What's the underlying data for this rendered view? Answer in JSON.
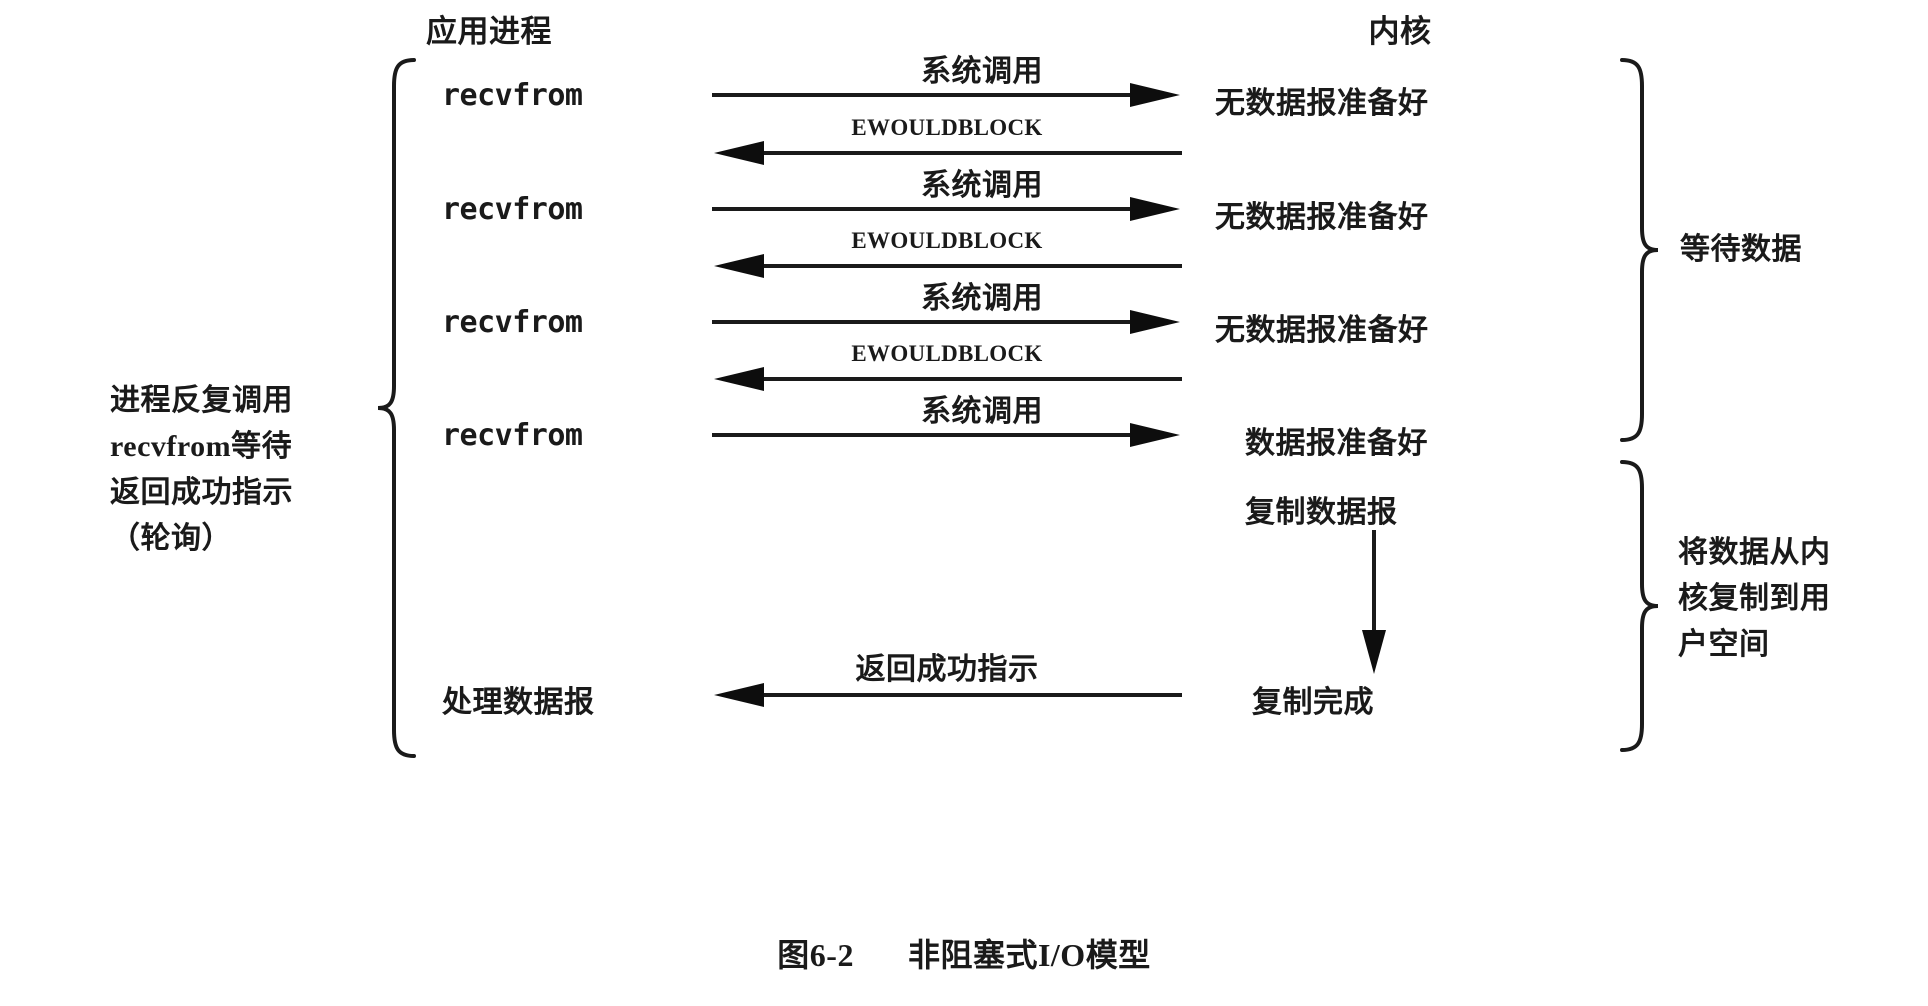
{
  "figure": {
    "caption_number": "图6-2",
    "caption_title": "非阻塞式I/O模型",
    "columns": {
      "left_header": "应用进程",
      "right_header": "内核"
    },
    "left_note": {
      "lines": [
        "进程反复调用",
        "recvfrom等待",
        "返回成功指示",
        "（轮询）"
      ],
      "line1": "进程反复调用",
      "line2": "recvfrom等待",
      "line3": "返回成功指示",
      "line4": "（轮询）"
    },
    "right_notes": [
      {
        "label": "等待数据"
      },
      {
        "label": "将数据从内\n核复制到用\n户空间"
      }
    ],
    "right_note_2_lines": {
      "line1": "将数据从内",
      "line2": "核复制到用",
      "line3": "户空间"
    },
    "right_note_1_label": "等待数据",
    "process_calls": [
      {
        "label": "recvfrom"
      },
      {
        "label": "recvfrom"
      },
      {
        "label": "recvfrom"
      },
      {
        "label": "recvfrom"
      }
    ],
    "process_final": "处理数据报",
    "kernel_states": [
      {
        "label": "无数据报准备好"
      },
      {
        "label": "无数据报准备好"
      },
      {
        "label": "无数据报准备好"
      },
      {
        "label": "数据报准备好"
      }
    ],
    "kernel_copy_start": "复制数据报",
    "kernel_copy_end": "复制完成",
    "arrows": [
      {
        "label": "系统调用",
        "direction": "right"
      },
      {
        "label": "EWOULDBLOCK",
        "direction": "left"
      },
      {
        "label": "系统调用",
        "direction": "right"
      },
      {
        "label": "EWOULDBLOCK",
        "direction": "left"
      },
      {
        "label": "系统调用",
        "direction": "right"
      },
      {
        "label": "EWOULDBLOCK",
        "direction": "left"
      },
      {
        "label": "系统调用",
        "direction": "right"
      },
      {
        "label": "返回成功指示",
        "direction": "left"
      }
    ],
    "arrow_labels": {
      "syscall_1": "系统调用",
      "ewouldblock_1": "EWOULDBLOCK",
      "syscall_2": "系统调用",
      "ewouldblock_2": "EWOULDBLOCK",
      "syscall_3": "系统调用",
      "ewouldblock_3": "EWOULDBLOCK",
      "syscall_4": "系统调用",
      "return_success": "返回成功指示"
    },
    "colors": {
      "ink": "#1a1a1a",
      "line": "#2b2b2b",
      "background": "#ffffff"
    }
  }
}
